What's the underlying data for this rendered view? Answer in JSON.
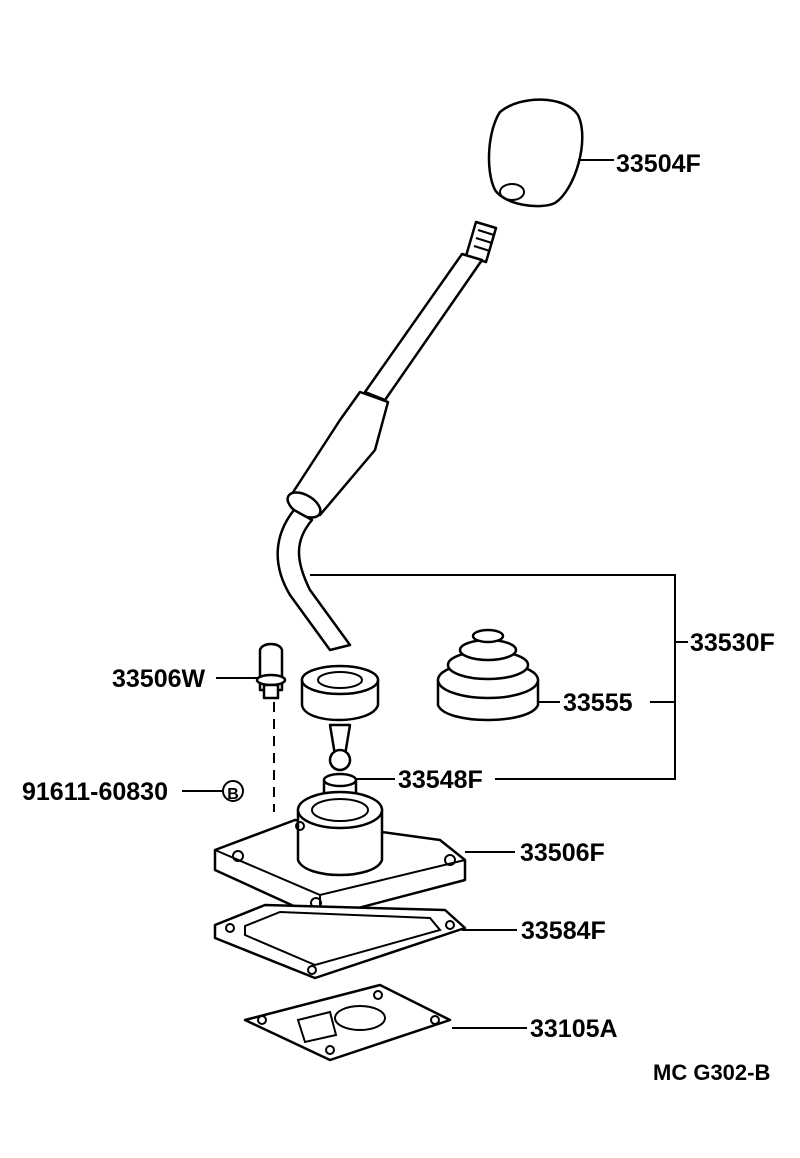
{
  "diagram": {
    "parts": [
      {
        "id": "knob",
        "label": "33504F"
      },
      {
        "id": "lever-assy",
        "label": "33530F"
      },
      {
        "id": "plug",
        "label": "33506W"
      },
      {
        "id": "boot",
        "label": "33555"
      },
      {
        "id": "bolt",
        "label": "91611-60830",
        "marker": "B"
      },
      {
        "id": "ball-seat",
        "label": "33548F"
      },
      {
        "id": "retainer",
        "label": "33506F"
      },
      {
        "id": "gasket",
        "label": "33584F"
      },
      {
        "id": "cover",
        "label": "33105A"
      }
    ],
    "reference": "MC G302-B",
    "line_color": "#000000",
    "background": "#ffffff"
  }
}
